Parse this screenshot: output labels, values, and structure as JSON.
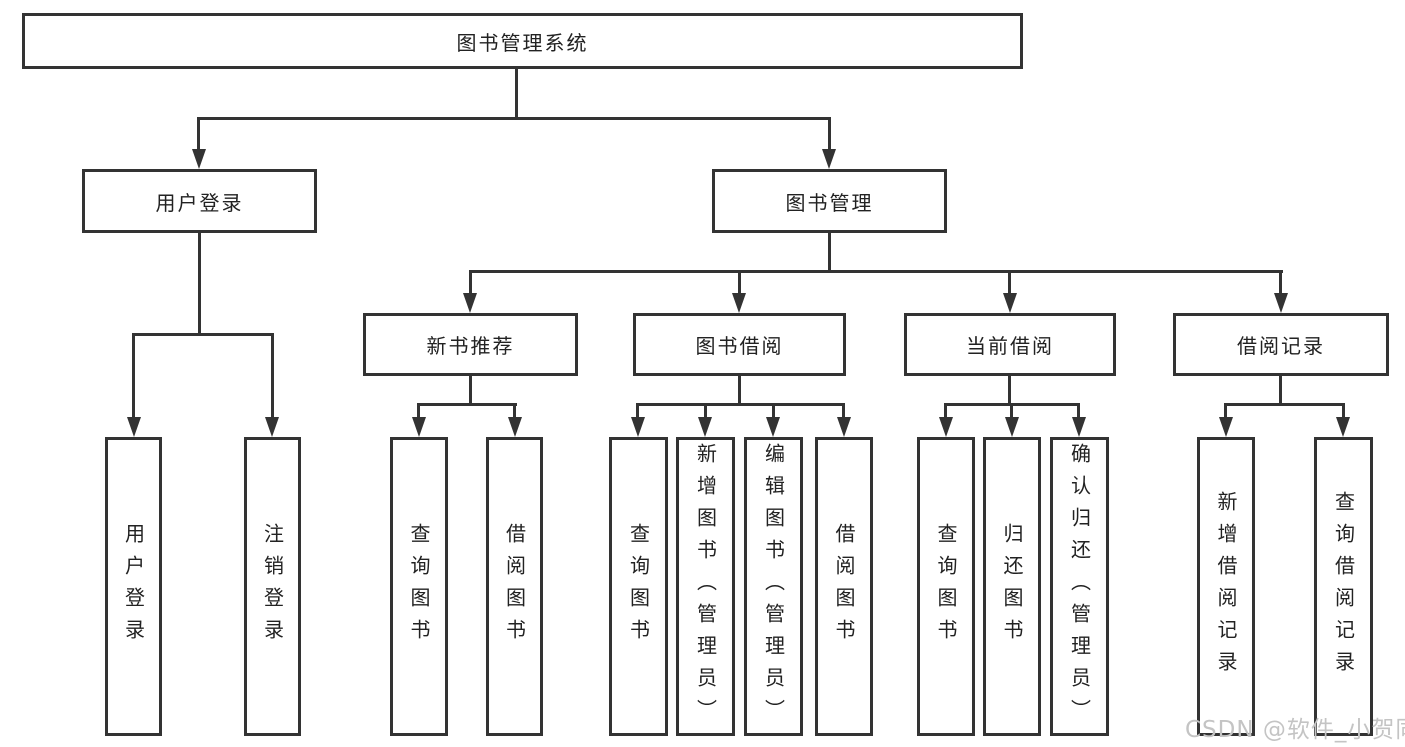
{
  "diagram": {
    "title": "图书管理系统",
    "nodes": {
      "root": "图书管理系统",
      "userLogin": "用户登录",
      "bookManagement": "图书管理",
      "newBookRecommend": "新书推荐",
      "bookBorrow": "图书借阅",
      "currentBorrow": "当前借阅",
      "borrowRecords": "借阅记录",
      "leafUserLogin": "用户登录",
      "leafLogout": "注销登录",
      "leafQueryBooksA": "查询图书",
      "leafBorrowBooksA": "借阅图书",
      "leafQueryBooksB": "查询图书",
      "leafAddBooks": "新增图书（管理员）",
      "leafEditBooks": "编辑图书（管理员）",
      "leafBorrowBooksB": "借阅图书",
      "leafQueryBooksC": "查询图书",
      "leafReturnBooks": "归还图书",
      "leafConfirmReturn": "确认归还（管理员）",
      "leafAddBorrowRecord": "新增借阅记录",
      "leafQueryBorrowRecord": "查询借阅记录"
    },
    "hierarchy": {
      "图书管理系统": [
        "用户登录",
        "图书管理"
      ],
      "用户登录": [
        "用户登录",
        "注销登录"
      ],
      "图书管理": [
        "新书推荐",
        "图书借阅",
        "当前借阅",
        "借阅记录"
      ],
      "新书推荐": [
        "查询图书",
        "借阅图书"
      ],
      "图书借阅": [
        "查询图书",
        "新增图书（管理员）",
        "编辑图书（管理员）",
        "借阅图书"
      ],
      "当前借阅": [
        "查询图书",
        "归还图书",
        "确认归还（管理员）"
      ],
      "借阅记录": [
        "新增借阅记录",
        "查询借阅记录"
      ]
    }
  },
  "watermark": "CSDN @软件_小贺同学",
  "colors": {
    "line": "#333333",
    "text": "#222222",
    "background": "#ffffff",
    "watermark": "#c4c4c4"
  }
}
